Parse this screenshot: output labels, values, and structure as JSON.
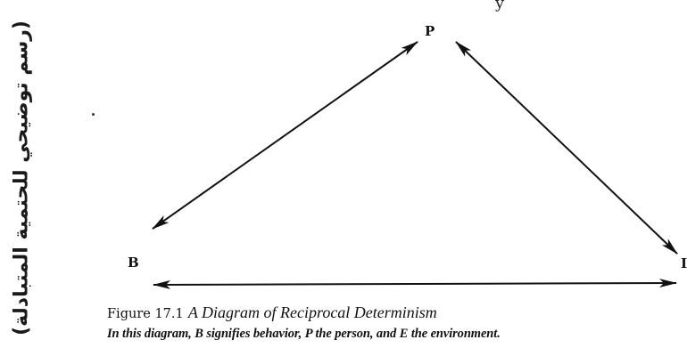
{
  "side_label": "(رسم توضيحي للحتمية المتبادلة)",
  "top_mark": "y",
  "diagram": {
    "nodes": {
      "P": "P",
      "B": "B",
      "E": "I"
    },
    "arrows": [
      {
        "from": "B",
        "to": "P",
        "style": "double-headed"
      },
      {
        "from": "P",
        "to": "E",
        "style": "double-headed"
      },
      {
        "from": "B",
        "to": "E",
        "style": "double-headed"
      }
    ]
  },
  "caption": {
    "figure_number": "Figure 17.1",
    "title": "A Diagram of Reciprocal Determinism",
    "description": "In this diagram, B signifies behavior, P the person, and E the environment."
  }
}
